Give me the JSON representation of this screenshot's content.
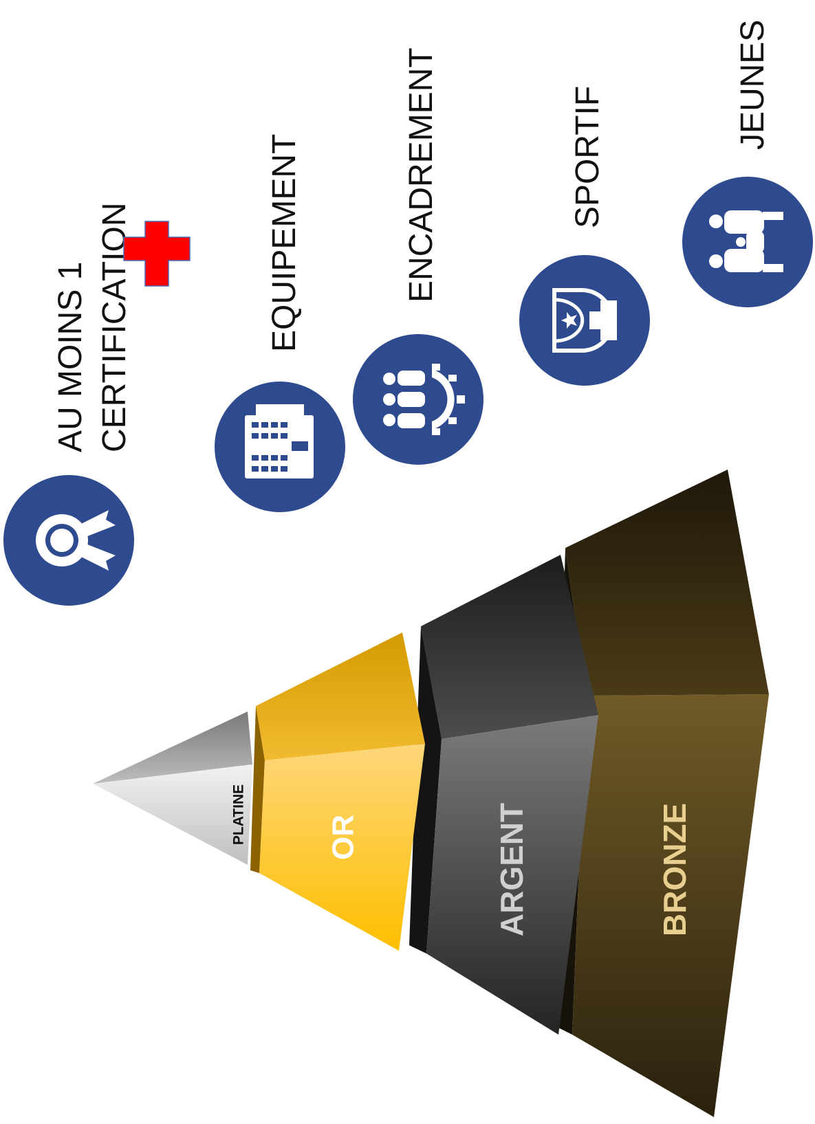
{
  "criteria": [
    {
      "id": "certification",
      "lines": [
        "AU MOINS 1",
        "CERTIFICATION"
      ],
      "icon": "award-ribbon-icon",
      "extra_icon": "red-cross-icon"
    },
    {
      "id": "equipement",
      "lines": [
        "EQUIPEMENT"
      ],
      "icon": "building-icon"
    },
    {
      "id": "encadrement",
      "lines": [
        "ENCADREMENT"
      ],
      "icon": "team-gear-icon"
    },
    {
      "id": "sportif",
      "lines": [
        "SPORTIF"
      ],
      "icon": "trophy-icon"
    },
    {
      "id": "jeunes",
      "lines": [
        "JEUNES"
      ],
      "icon": "family-icon"
    }
  ],
  "tiers": [
    {
      "id": "platine",
      "label": "PLATINE",
      "color": "#d9d9d9"
    },
    {
      "id": "or",
      "label": "OR",
      "color": "#ffc000"
    },
    {
      "id": "argent",
      "label": "ARGENT",
      "color": "#404040"
    },
    {
      "id": "bronze",
      "label": "BRONZE",
      "color": "#6b5320"
    }
  ],
  "colors": {
    "icon_circle": "#2f4b8f",
    "cross": "#ff0000"
  }
}
